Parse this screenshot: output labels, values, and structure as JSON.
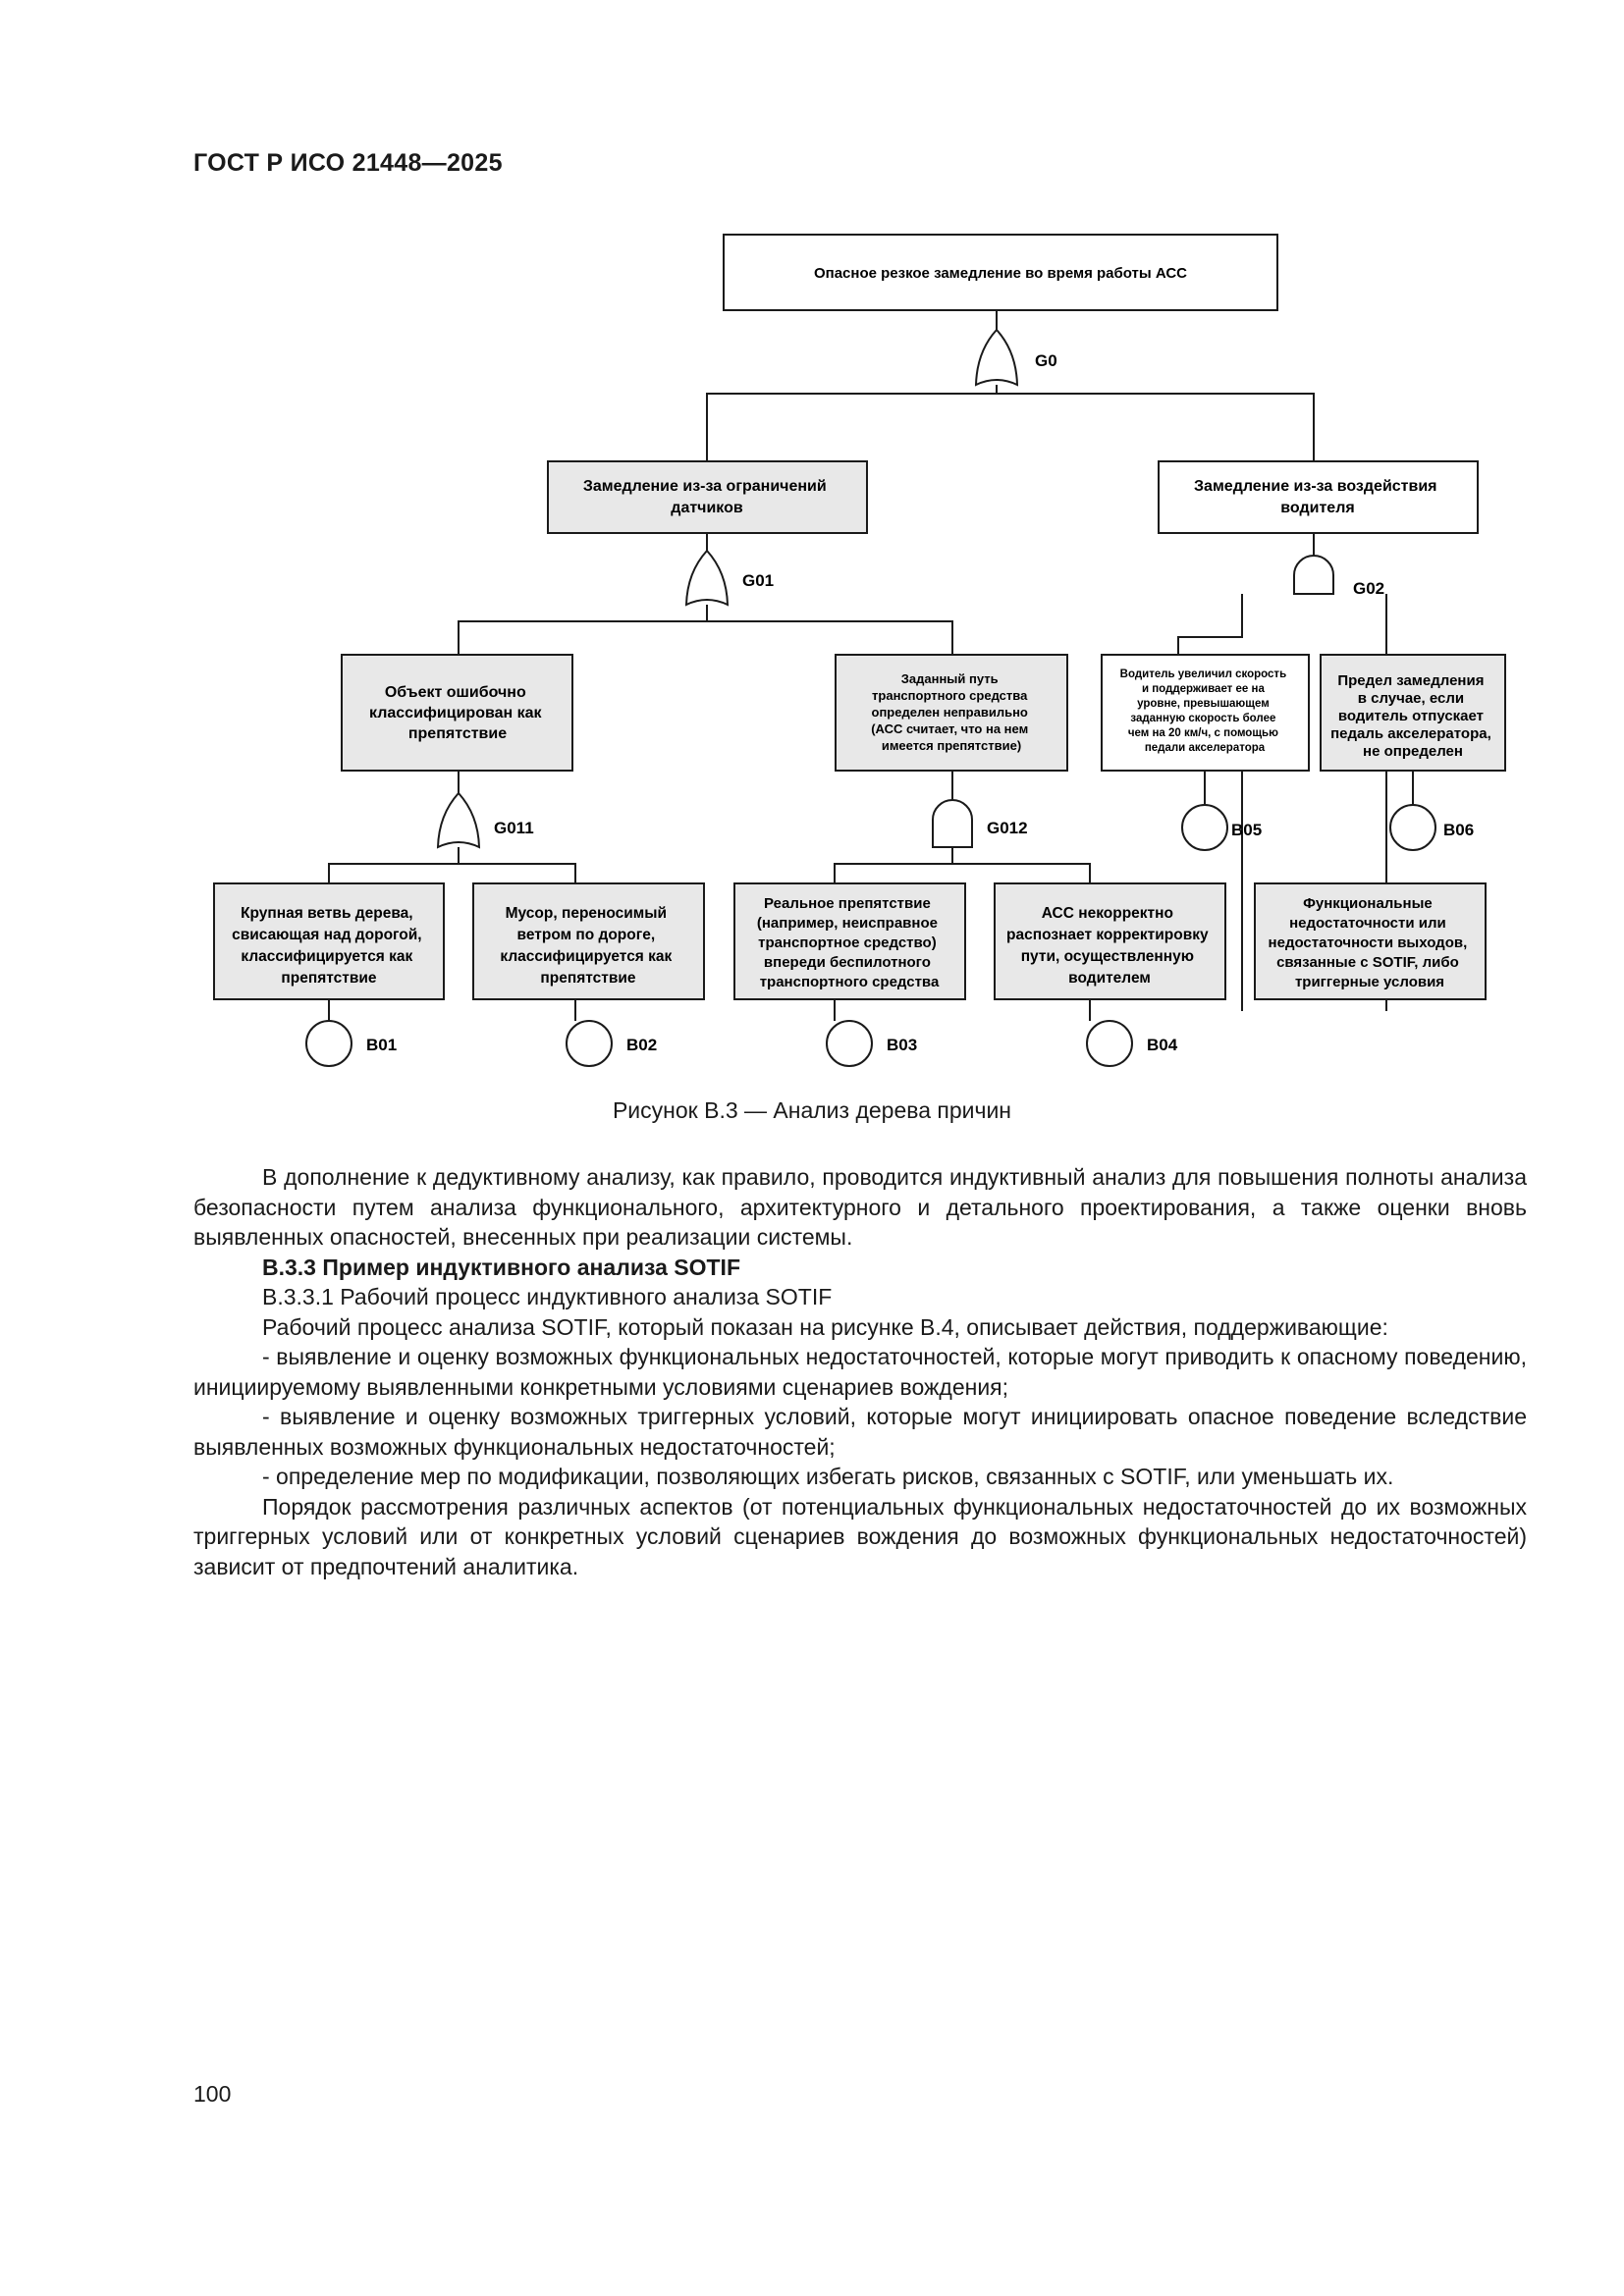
{
  "header": {
    "title": "ГОСТ Р ИСО 21448—2025"
  },
  "diagram": {
    "top_event": "Опасное резкое замедление во время работы АСС",
    "gates": {
      "g0": "G0",
      "g01": "G01",
      "g02": "G02",
      "g011": "G011",
      "g012": "G012"
    },
    "nodes": {
      "sensor": [
        "Замедление из-за ограничений",
        "датчиков"
      ],
      "driver": [
        "Замедление из-за воздействия",
        "водителя"
      ],
      "misclass": [
        "Объект ошибочно",
        "классифицирован как",
        "препятствие"
      ],
      "path": [
        "Заданный путь",
        "транспортного средства",
        "определен неправильно",
        "(АСС считает, что на нем",
        "имеется препятствие)"
      ],
      "accel": [
        "Водитель увеличил скорость",
        "и поддерживает ее на",
        "уровне, превышающем",
        "заданную скорость более",
        "чем на 20 км/ч, с помощью",
        "педали акселератора"
      ],
      "limit": [
        "Предел замедления",
        "в случае, если",
        "водитель отпускает",
        "педаль акселератора,",
        "не определен"
      ],
      "branch": [
        "Крупная ветвь дерева,",
        "свисающая над дорогой,",
        "классифицируется как",
        "препятствие"
      ],
      "debris": [
        "Мусор, переносимый",
        "ветром по дороге,",
        "классифицируется как",
        "препятствие"
      ],
      "real": [
        "Реальное препятствие",
        "(например, неисправное",
        "транспортное средство)",
        "впереди беспилотного",
        "транспортного средства"
      ],
      "acc_path": [
        "АСС некорректно",
        "распознает корректировку",
        "пути, осуществленную",
        "водителем"
      ],
      "legend": [
        "Функциональные",
        "недостаточности или",
        "недостаточности выходов,",
        "связанные с SOTIF, либо",
        "триггерные условия"
      ]
    },
    "basic_events": {
      "b01": "B01",
      "b02": "B02",
      "b03": "B03",
      "b04": "B04",
      "b05": "B05",
      "b06": "B06"
    }
  },
  "caption": "Рисунок В.3 — Анализ дерева причин",
  "body": {
    "p1": "В дополнение к дедуктивному анализу, как правило, проводится индуктивный анализ для повышения полноты анализа безопасности путем анализа функционального, архитектурного и детального проектирования, а также оценки вновь выявленных опасностей, внесенных при реализации системы.",
    "heading": "В.3.3 Пример индуктивного анализа SOTIF",
    "subheading": "В.3.3.1 Рабочий процесс индуктивного анализа SOTIF",
    "p2": "Рабочий процесс анализа SOTIF, который показан на рисунке В.4, описывает действия, поддерживающие:",
    "b1": "- выявление и оценку возможных функциональных недостаточностей, которые могут приводить к опасному поведению, инициируемому выявленными конкретными условиями сценариев вождения;",
    "b2": "- выявление и оценку возможных триггерных условий, которые могут инициировать опасное поведение вследствие выявленных возможных функциональных недостаточностей;",
    "b3": "- определение мер по модификации, позволяющих избегать рисков, связанных с SOTIF, или уменьшать их.",
    "p3": "Порядок рассмотрения различных аспектов (от потенциальных функциональных недостаточностей до их возможных триггерных условий или от конкретных условий сценариев вождения до возможных функциональных недостаточностей) зависит от предпочтений аналитика."
  },
  "page_number": "100",
  "colors": {
    "box_fill": "#e8e8e8",
    "line": "#1a1a1a"
  }
}
